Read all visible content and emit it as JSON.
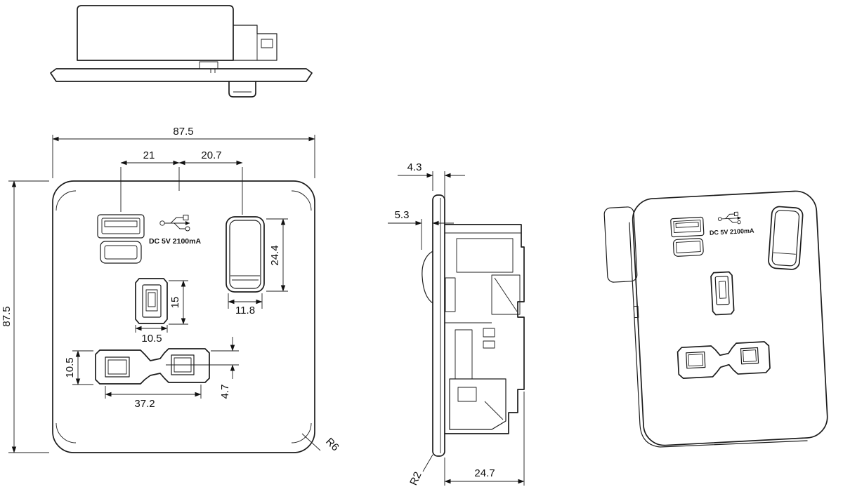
{
  "drawing": {
    "front": {
      "width": "87.5",
      "height": "87.5",
      "usb_center_offset": "21",
      "switch_center_offset": "20.7",
      "switch_height": "24.4",
      "switch_width": "11.8",
      "earth_slot_height": "15",
      "earth_slot_width": "10.5",
      "pin_hole_height": "10.5",
      "pin_span": "37.2",
      "pin_offset": "4.7",
      "corner_radius": "R6",
      "usb_label": "DC 5V 2100mA"
    },
    "side": {
      "plate_thickness": "4.3",
      "switch_protrusion": "5.3",
      "mechanism_depth": "24.7",
      "edge_radius": "R2"
    },
    "iso": {
      "usb_label": "DC 5V 2100mA"
    }
  }
}
